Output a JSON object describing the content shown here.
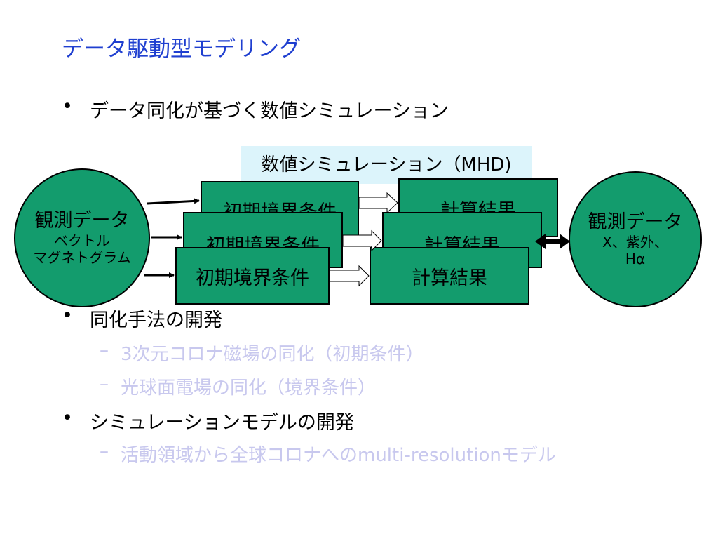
{
  "title": "データ駆動型モデリング",
  "bullets": [
    {
      "dot": "•",
      "text": "データ同化が基づく数値シミュレーション"
    },
    {
      "dot": "•",
      "text": "同化手法の開発"
    },
    {
      "dot": "•",
      "text": "シミュレーションモデルの開発"
    }
  ],
  "sub_bullets": [
    {
      "dash": "–",
      "text": "3次元コロナ磁場の同化（初期条件）"
    },
    {
      "dash": "–",
      "text": "光球面電場の同化（境界条件）"
    },
    {
      "dash": "–",
      "text": "活動領域から全球コロナへのmulti-resolutionモデル"
    }
  ],
  "diagram": {
    "simulation_label": "数値シミュレーション（MHD)",
    "left_circle": {
      "line1": "観測データ",
      "line2": "ベクトル",
      "line3": "マグネトグラム"
    },
    "right_circle": {
      "line1": "観測データ",
      "line2": "X、紫外、",
      "line3": "Hα"
    },
    "init_boxes": [
      "初期境界条件",
      "初期境界条件",
      "初期境界条件"
    ],
    "result_boxes": [
      "計算結果",
      "計算結果",
      "計算結果"
    ]
  },
  "colors": {
    "title": "#1f3fd0",
    "box_green": "#139c6d",
    "label_bg": "#dcf4fb",
    "sub_bullet_text": "#c8c8ee"
  }
}
